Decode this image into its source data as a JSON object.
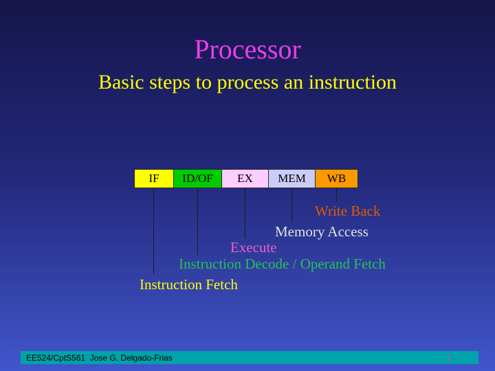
{
  "slide": {
    "title": "Processor",
    "subtitle": "Basic steps to process an instruction",
    "title_color": "#e93fe9",
    "subtitle_color": "#ffff00",
    "background_top": "#15154a",
    "background_bottom": "#4156cc"
  },
  "pipeline": {
    "stages": [
      {
        "abbr": "IF",
        "label": "Instruction Fetch",
        "box_color": "#ffff00",
        "label_color": "#ffff00"
      },
      {
        "abbr": "ID/OF",
        "label": "Instruction Decode / Operand Fetch",
        "box_color": "#00cc00",
        "label_color": "#22c552"
      },
      {
        "abbr": "EX",
        "label": "Execute",
        "box_color": "#ffccff",
        "label_color": "#ee5fc8"
      },
      {
        "abbr": "MEM",
        "label": "Memory Access",
        "box_color": "#ccccfa",
        "label_color": "#e2e2e2"
      },
      {
        "abbr": "WB",
        "label": "Write Back",
        "box_color": "#ff9900",
        "label_color": "#e05a00"
      }
    ]
  },
  "footer": {
    "course_text": "EE524/CptS561  Jose G. Delgado-Frias",
    "page_number": "1",
    "bar_color": "#00a3a9",
    "page_number_color": "#e93fe9"
  }
}
